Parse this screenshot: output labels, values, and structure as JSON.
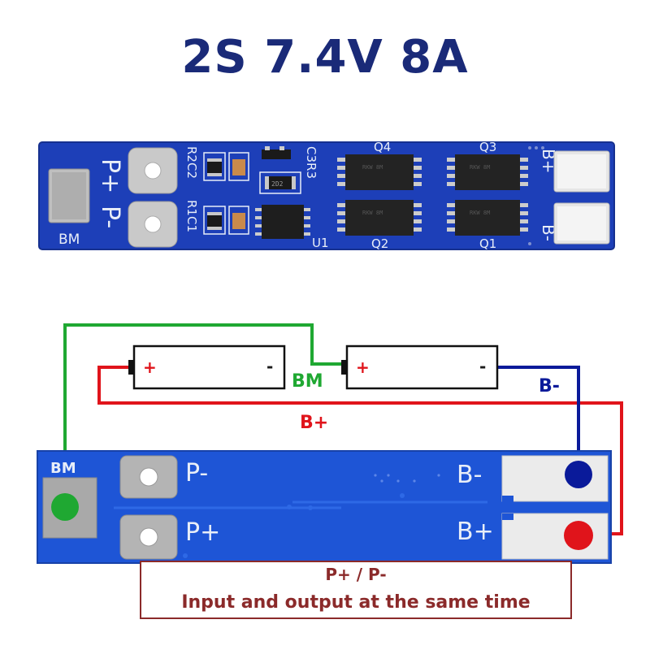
{
  "title": "2S 7.4V 8A",
  "top_board": {
    "pads": {
      "p_plus": "P+",
      "p_minus": "P-",
      "bm": "BM",
      "b_plus": "B+",
      "b_minus": "B-"
    },
    "components": {
      "q4": "Q4",
      "q3": "Q3",
      "q2": "Q2",
      "q1": "Q1",
      "u1": "U1",
      "r2c2": "R2C2",
      "r1c1": "R1C1",
      "c3r3": "C3R3"
    },
    "colors": {
      "pcb": "#1d3fb8",
      "silkscreen": "#e8eef8",
      "pad": "#c9c9c9"
    }
  },
  "wiring": {
    "cell_polarity": {
      "plus": "+",
      "minus": "-"
    },
    "labels": {
      "bm": "BM",
      "b_minus": "B-",
      "b_plus": "B+"
    },
    "colors": {
      "green": "#1fa832",
      "red": "#e0141b",
      "blue": "#0a1a9a"
    }
  },
  "bottom_board": {
    "labels": {
      "bm": "BM",
      "p_minus": "P-",
      "p_plus": "P+",
      "b_minus": "B-",
      "b_plus": "B+"
    }
  },
  "note": {
    "line1": "P+ / P-",
    "line2": "Input and output at the same time"
  }
}
